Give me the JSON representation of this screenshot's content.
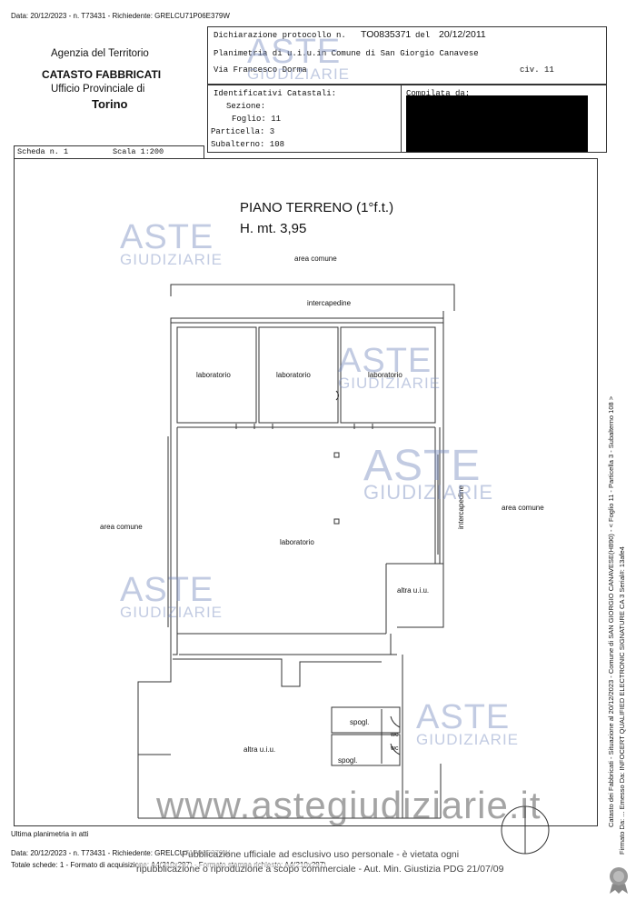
{
  "top_meta": "Data: 20/12/2023 - n. T73431 - Richiedente: GRELCU71P06E379W",
  "agency": {
    "line1": "Agenzia del Territorio",
    "line2": "CATASTO FABBRICATI",
    "line3": "Ufficio Provinciale di",
    "line4": "Torino"
  },
  "declaration": {
    "protocol_label": "Dichiarazione protocollo n.",
    "protocol_value": "TO0835371",
    "del_label": "del",
    "date_value": "20/12/2011",
    "plan_line": "Planimetria di u.i.u.in Comune di San Giorgio Canavese",
    "address": "Via Francesco Dorma",
    "civ": "civ. 11"
  },
  "identifiers": {
    "title": "Identificativi Catastali:",
    "sezione": "Sezione:",
    "foglio": "Foglio: 11",
    "particella": "Particella: 3",
    "subalterno": "Subalterno: 108",
    "compiled_label": "Compilata da:"
  },
  "scheda": {
    "scheda": "Scheda n. 1",
    "scala": "Scala 1:200"
  },
  "plan": {
    "title": "PIANO TERRENO (1°f.t.)",
    "height": "H. mt. 3,95",
    "labels": {
      "area_comune_top": "area comune",
      "intercapedine_top": "intercapedine",
      "lab1": "laboratorio",
      "lab2": "laboratorio",
      "lab3": "laboratorio",
      "lab_main": "laboratorio",
      "intercapedine_right": "intercapedine",
      "area_comune_left": "area comune",
      "area_comune_right": "area comune",
      "altra_uiu_right": "altra u.i.u.",
      "altra_uiu_bottom": "altra u.i.u.",
      "spogl1": "spogl.",
      "spogl2": "spogl.",
      "wc1": "wc",
      "wc2": "wc"
    }
  },
  "watermark": {
    "aste": "ASTE",
    "giudiziarie": "GIUDIZIARIE",
    "url": "www.astegiudiziarie.it"
  },
  "footer": {
    "last_plan": "Ultima planimetria in atti",
    "meta": "Data: 20/12/2023 - n. T73431 - Richiedente: GRELCU71P06E379W",
    "totals": "Totale schede: 1 - Formato di acquisizione: A4(210x297) - Formato stampa richiesto: A4(210x297)",
    "disclaimer1": "Pubblicazione ufficiale ad esclusivo uso personale - è vietata ogni",
    "disclaimer2": "ripubblicazione o riproduzione a scopo commerciale - Aut. Min. Giustizia PDG 21/07/09"
  },
  "side": {
    "line1": "Catasto dei Fabbricati - Situazione al 20/12/2023 - Comune di SAN GIORGIO CANAVESE(H890) - < Foglio 11 - Particella 3 - Subalterno 108 >",
    "line2": "Firmato Da: ... Emesso Da: INFOCERT QUALIFIED ELECTRONIC SIGNATURE CA 3 Serial#: 13afe4"
  }
}
